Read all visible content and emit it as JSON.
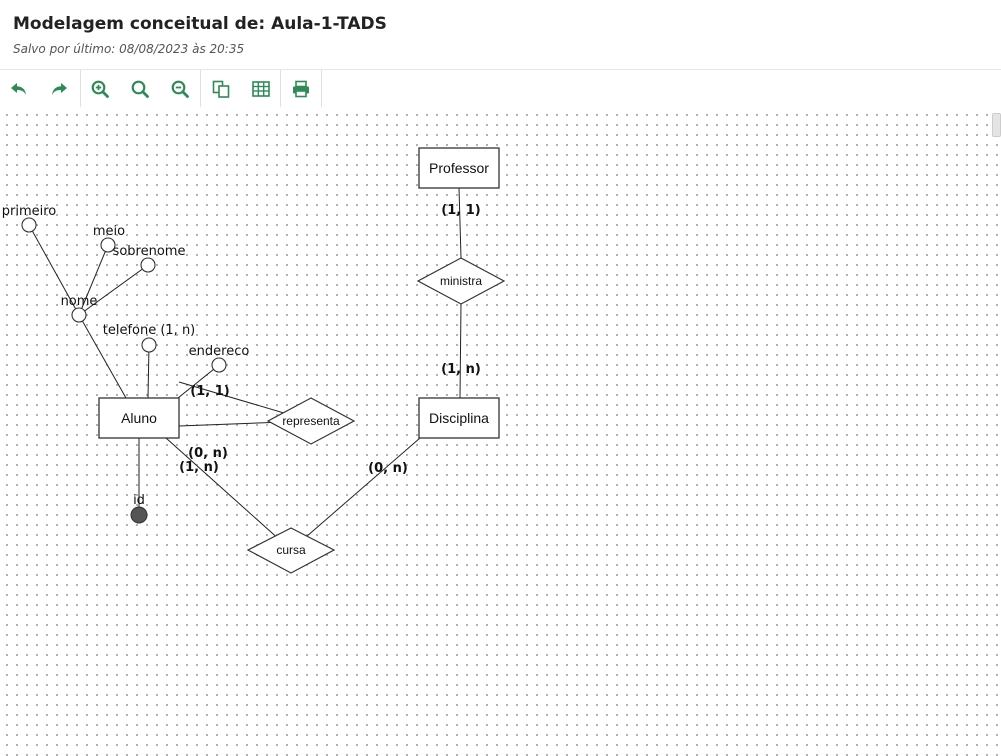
{
  "header": {
    "title": "Modelagem conceitual de: Aula-1-TADS",
    "saved": "Salvo por último: 08/08/2023 às 20:35"
  },
  "toolbar": {
    "accent": "#2e8b57",
    "buttons": [
      "undo-icon",
      "redo-icon",
      "zoom-in-icon",
      "zoom-reset-icon",
      "zoom-out-icon",
      "copy-icon",
      "table-icon",
      "print-icon"
    ]
  },
  "diagram": {
    "entities": {
      "professor": "Professor",
      "aluno": "Aluno",
      "disciplina": "Disciplina"
    },
    "relationships": {
      "ministra": "ministra",
      "representa": "representa",
      "cursa": "cursa"
    },
    "attributes": {
      "primeiro": "primeiro",
      "meio": "meio",
      "sobrenome": "sobrenome",
      "nome": "nome",
      "telefone": "telefone (1, n)",
      "endereco": "endereco",
      "id": "id"
    },
    "cardinalities": {
      "professor_ministra": "(1, 1)",
      "disciplina_ministra": "(1, n)",
      "aluno_representa_1": "(1, 1)",
      "aluno_representa_2": "(0, n)",
      "aluno_cursa": "(1, n)",
      "disciplina_cursa": "(0, n)"
    }
  }
}
